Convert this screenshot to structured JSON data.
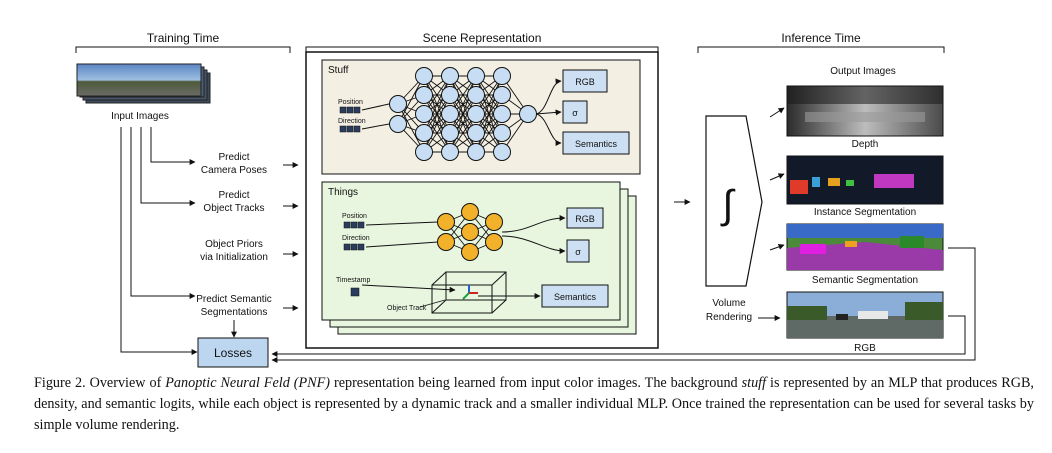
{
  "sections": {
    "training": "Training Time",
    "scene": "Scene Representation",
    "inference": "Inference Time"
  },
  "training": {
    "input_images": "Input Images",
    "steps": [
      {
        "line1": "Predict",
        "line2": "Camera Poses"
      },
      {
        "line1": "Predict",
        "line2": "Object Tracks"
      },
      {
        "line1": "Object Priors",
        "line2": "via Initialization"
      },
      {
        "line1": "Predict Semantic",
        "line2": "Segmentations"
      }
    ],
    "losses": "Losses"
  },
  "stuff": {
    "label": "Stuff",
    "position": "Position",
    "direction": "Direction",
    "outputs": [
      "RGB",
      "σ",
      "Semantics"
    ]
  },
  "things": {
    "label": "Things",
    "position": "Position",
    "direction": "Direction",
    "timestamp": "Timestamp",
    "object_track": "Object Track",
    "outputs": [
      "RGB",
      "σ",
      "Semantics"
    ]
  },
  "renderer": {
    "symbol": "∫",
    "line1": "Volume",
    "line2": "Rendering"
  },
  "outputs": {
    "title": "Output Images",
    "items": [
      "Depth",
      "Instance Segmentation",
      "Semantic Segmentation",
      "RGB"
    ]
  },
  "caption": {
    "p1": "Figure 2.  Overview of ",
    "p2": "Panoptic Neural Feld (PNF)",
    "p3": " representation being learned from input color images.  The background ",
    "p4": "stuff",
    "p5": " is represented by an MLP that produces RGB, density, and semantic logits, while each object is represented by a dynamic track and a smaller individual MLP. Once trained the representation can be used for several tasks by simple volume rendering."
  },
  "colors": {
    "stuff_bg": "#f4efe3",
    "things_bg": "#e8f6df",
    "stuff_node": "#c7ddf3",
    "things_node": "#f2b12a",
    "output_box": "#cde0f3",
    "losses_box": "#bcd6ef"
  }
}
